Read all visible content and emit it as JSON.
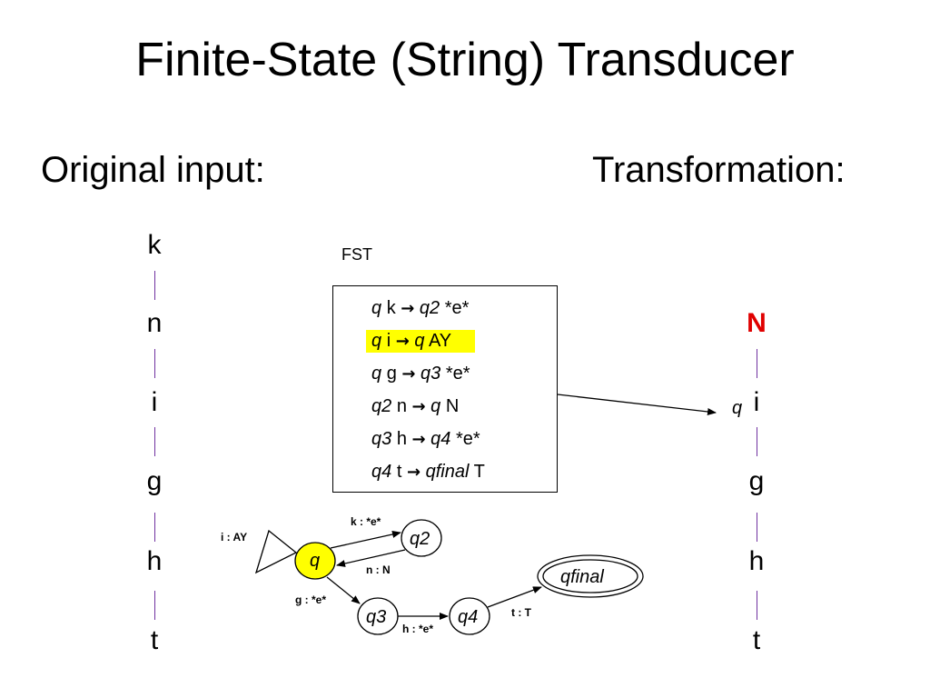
{
  "title": "Finite-State (String) Transducer",
  "left_heading": "Original input:",
  "right_heading": "Transformation:",
  "input_letters": [
    "k",
    "n",
    "i",
    "g",
    "h",
    "t"
  ],
  "output_letters": [
    "N",
    "i",
    "g",
    "h",
    "t"
  ],
  "current_state_marker": "q",
  "fst_label": "FST",
  "rules": [
    {
      "from": "q",
      "input": "k",
      "arrow": "→",
      "to": "q2",
      "output": "*e*"
    },
    {
      "from": "q",
      "input": "i",
      "arrow": "→",
      "to": "q",
      "output": "AY"
    },
    {
      "from": "q",
      "input": "g",
      "arrow": "→",
      "to": "q3",
      "output": "*e*"
    },
    {
      "from": "q2",
      "input": "n",
      "arrow": "→",
      "to": "q",
      "output": "N"
    },
    {
      "from": "q3",
      "input": "h",
      "arrow": "→",
      "to": "q4",
      "output": "*e*"
    },
    {
      "from": "q4",
      "input": "t",
      "arrow": "→",
      "to": "qfinal",
      "output": "T"
    }
  ],
  "highlighted_rule_index": 1,
  "states": {
    "q": "q",
    "q2": "q2",
    "q3": "q3",
    "q4": "q4",
    "qfinal": "qfinal"
  },
  "edges": {
    "self_loop": "i : AY",
    "q_to_q2": "k : *e*",
    "q2_to_q": "n : N",
    "q_to_q3": "g : *e*",
    "q3_to_q4": "h : *e*",
    "q4_to_qfinal": "t : T"
  },
  "colors": {
    "highlight": "#ffff00",
    "active_output": "#e00000",
    "connector": "#7030a0"
  }
}
